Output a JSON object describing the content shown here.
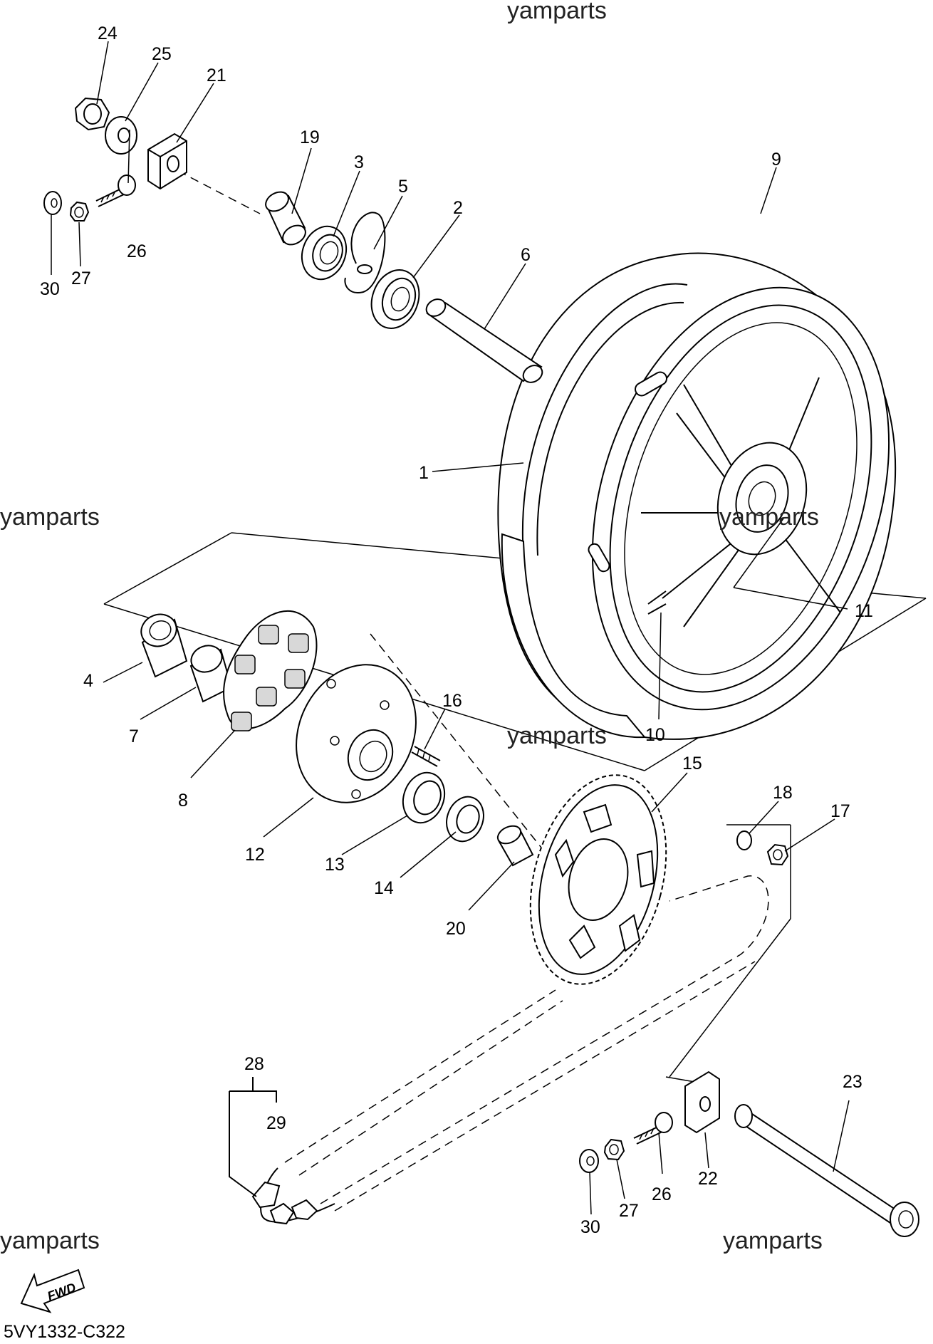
{
  "diagram": {
    "code": "5VY1332-C322",
    "fwd_label": "FWD",
    "watermark": "yamparts",
    "part_numbers": [
      "1",
      "2",
      "3",
      "4",
      "5",
      "6",
      "7",
      "8",
      "9",
      "10",
      "11",
      "12",
      "13",
      "14",
      "15",
      "16",
      "17",
      "18",
      "19",
      "20",
      "21",
      "22",
      "23",
      "24",
      "25",
      "26",
      "26",
      "27",
      "27",
      "28",
      "29",
      "30",
      "30"
    ]
  }
}
